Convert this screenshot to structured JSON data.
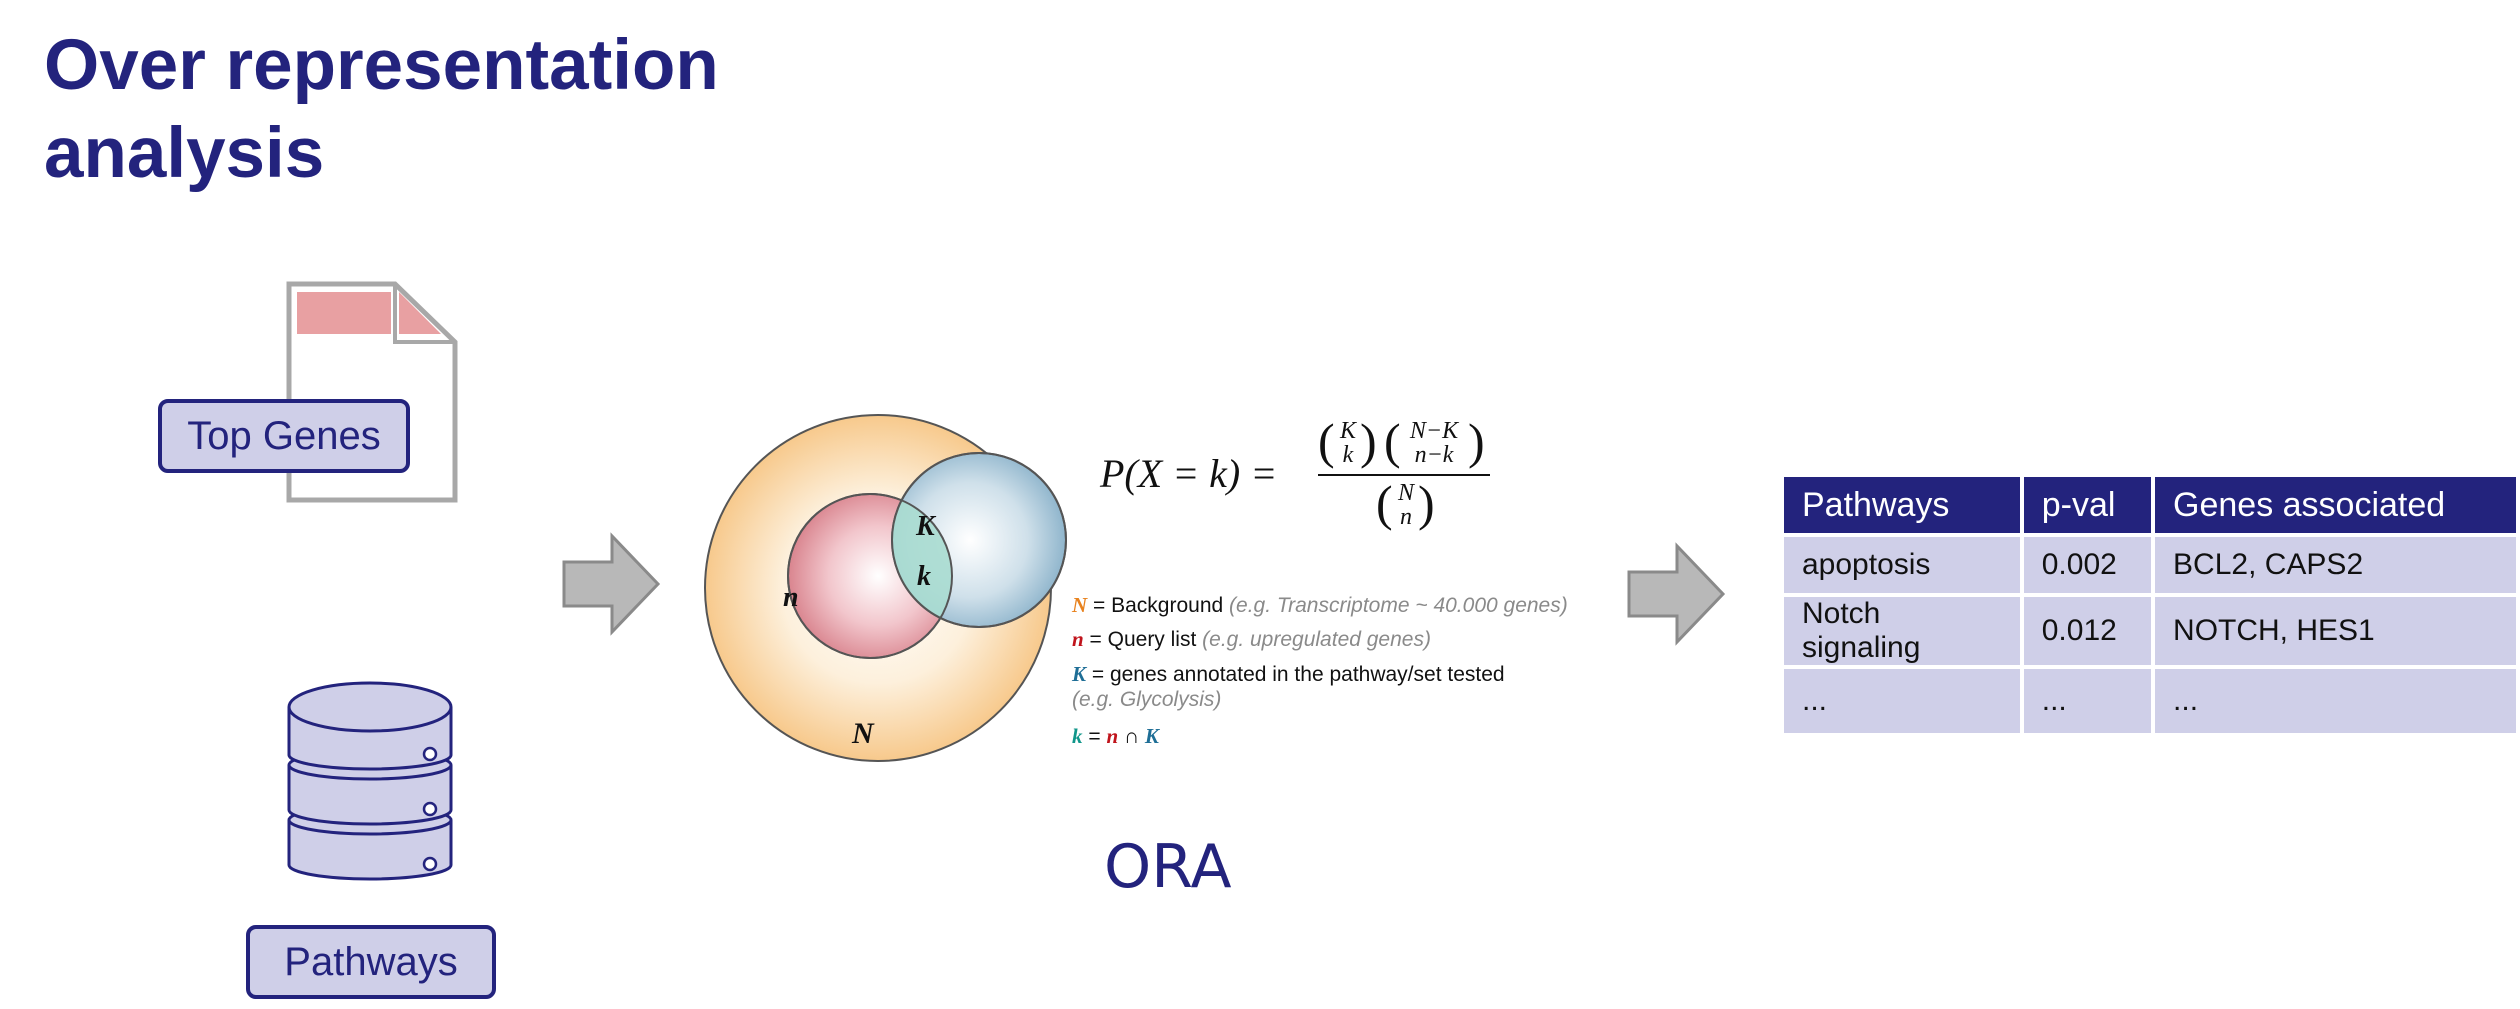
{
  "title": {
    "line1": "Over representation",
    "line2": "analysis"
  },
  "inputs": {
    "top_genes_label": "Top Genes",
    "pathways_label": "Pathways"
  },
  "venn": {
    "outer_label": "N",
    "query_label": "n",
    "set_label": "K",
    "overlap_label": "k"
  },
  "formula": {
    "lhs": "P(X = k) =",
    "num_1_top": "K",
    "num_1_bottom": "k",
    "num_2_top": "N−K",
    "num_2_bottom": "n−k",
    "den_top": "N",
    "den_bottom": "n"
  },
  "legend": {
    "line1": {
      "symbol": "N",
      "text": " = Background ",
      "note": "(e.g. Transcriptome ~ 40.000 genes)"
    },
    "line2": {
      "symbol": "n",
      "text": " = Query list ",
      "note": "(e.g. upregulated genes)"
    },
    "line3": {
      "symbol": "K",
      "text": " = genes annotated in the pathway/set tested",
      "note": "(e.g. Glycolysis)"
    },
    "line4": {
      "symbol_k": "k",
      "equals": " = ",
      "symbol_n": "n",
      "cap": " ∩ ",
      "symbol_K": "K"
    }
  },
  "method_label": "ORA",
  "table": {
    "headers": [
      "Pathways",
      "p-val",
      "Genes associated"
    ],
    "rows": [
      [
        "apoptosis",
        "0.002",
        "BCL2, CAPS2"
      ],
      [
        "Notch signaling",
        "0.012",
        "NOTCH, HES1"
      ],
      [
        "...",
        "...",
        "..."
      ]
    ]
  },
  "colors": {
    "title": "#23237d",
    "label_fill": "#cfcfe8",
    "N_symbol": "#e8821e",
    "n_symbol": "#c0141c",
    "K_symbol": "#1e6e96",
    "k_symbol": "#10968a",
    "circle_N": "#f7c98c",
    "circle_n": "#d9848e",
    "circle_K": "#8fb5cc",
    "arrow": "#b8b8b8"
  }
}
